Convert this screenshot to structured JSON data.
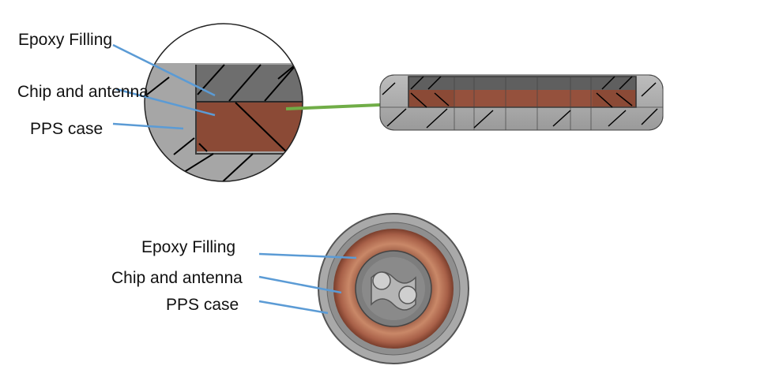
{
  "top_view": {
    "labels": {
      "epoxy_filling": "Epoxy Filling",
      "chip_and_antenna": "Chip and antenna",
      "pps_case": "PPS case"
    }
  },
  "bottom_view": {
    "labels": {
      "epoxy_filling": "Epoxy Filling",
      "chip_and_antenna": "Chip and antenna",
      "pps_case": "PPS case"
    }
  },
  "colors": {
    "leader_line": "#5b9bd5",
    "connector_line": "#70ad47",
    "pps_case_grey": "#a6a6a6",
    "epoxy_dark_grey": "#6f6f6f",
    "chip_copper": "#8b4a36",
    "hatch_line": "#000000"
  }
}
